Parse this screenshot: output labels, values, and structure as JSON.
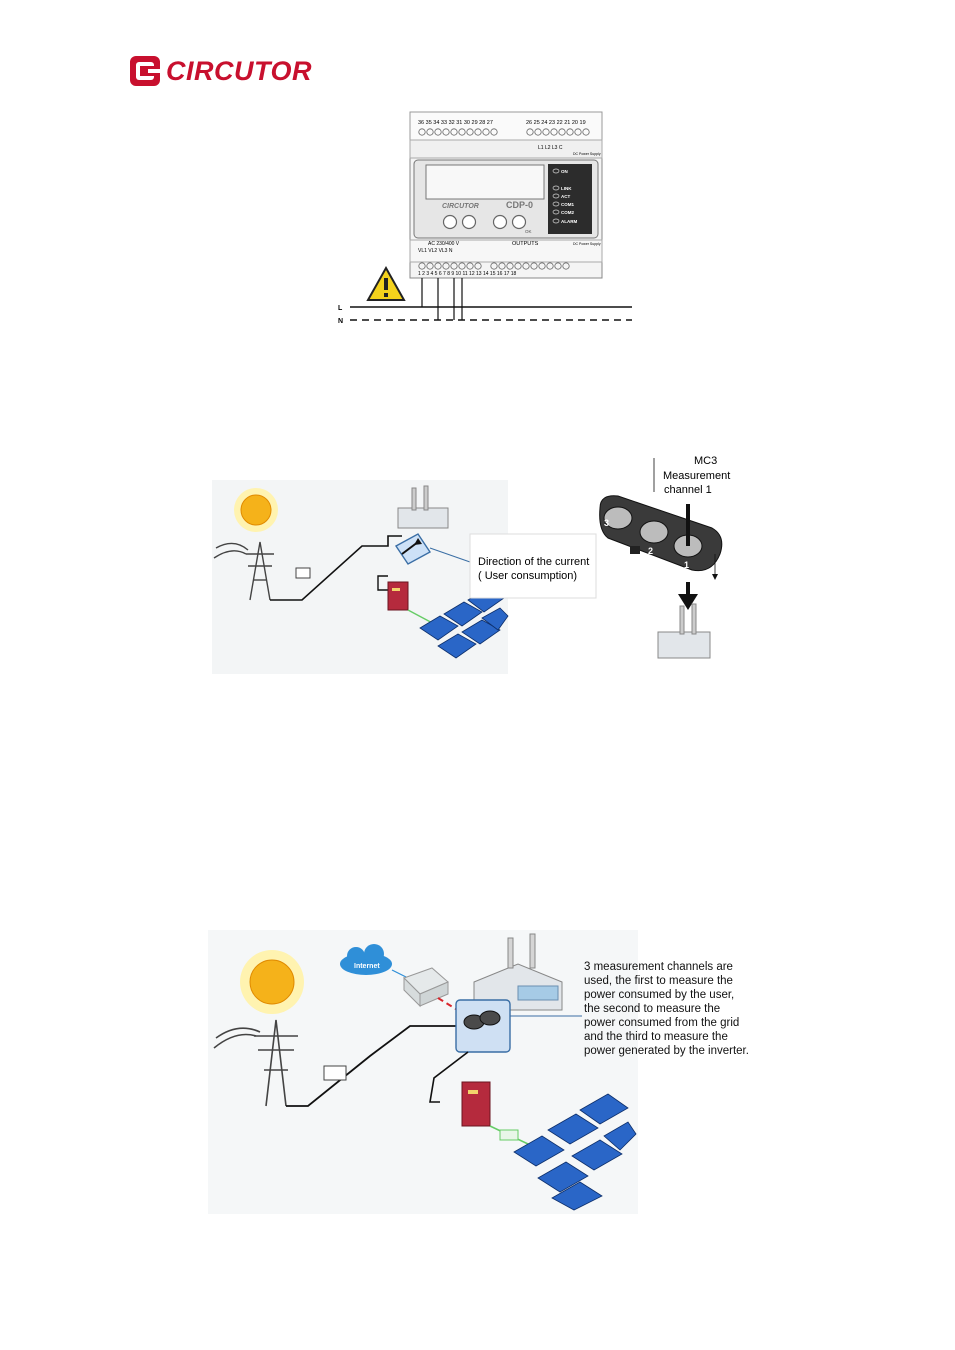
{
  "header": {
    "brand": "CIRCUTOR",
    "brand_color": "#c8102e"
  },
  "fig1": {
    "top_terminals_left": "36 35 34 33 32 31 30 29 28 27",
    "top_terminals_right": "26 25 24 23 22 21 20 19",
    "phase_labels": "L1  L2  L3  C",
    "power_supply": "DC Power Supply",
    "device_brand": "CIRCUTOR",
    "model": "CDP-0",
    "leds": [
      "ON",
      "LINK",
      "ACT",
      "COM1",
      "COM2",
      "ALARM"
    ],
    "ac_label": "AC 230/400 V",
    "voltage_inputs": "VL1  VL2  VL3  N",
    "outputs_label": "OUTPUTS",
    "power_supply_bottom": "DC Power Supply",
    "bottom_terminals": "1  2  3  4  5  6  7  8    9  10  11  12  13  14  15  16  17  18",
    "line_L": "L",
    "line_N": "N",
    "ok_label": "OK"
  },
  "fig2": {
    "mc3_title": "MC3",
    "mc3_sub1": "Measurement",
    "mc3_sub2": "channel 1",
    "direction_line1": "Direction of the current",
    "direction_line2": "( User consumption)",
    "ch1": "1",
    "ch2": "2",
    "ch3": "3"
  },
  "fig3": {
    "internet": "Internet",
    "callout": [
      "3 measurement channels are",
      "used, the first to measure  the",
      "power consumed by the user,",
      "the second to measure  the",
      "power consumed from the grid",
      "and the third to measure the",
      "power generated by the inverter."
    ]
  }
}
